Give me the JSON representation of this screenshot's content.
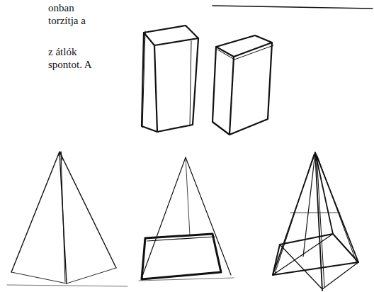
{
  "diagram": {
    "labels": [
      "onban",
      "torzítja a",
      "z átlók",
      "spontot. A"
    ]
  }
}
